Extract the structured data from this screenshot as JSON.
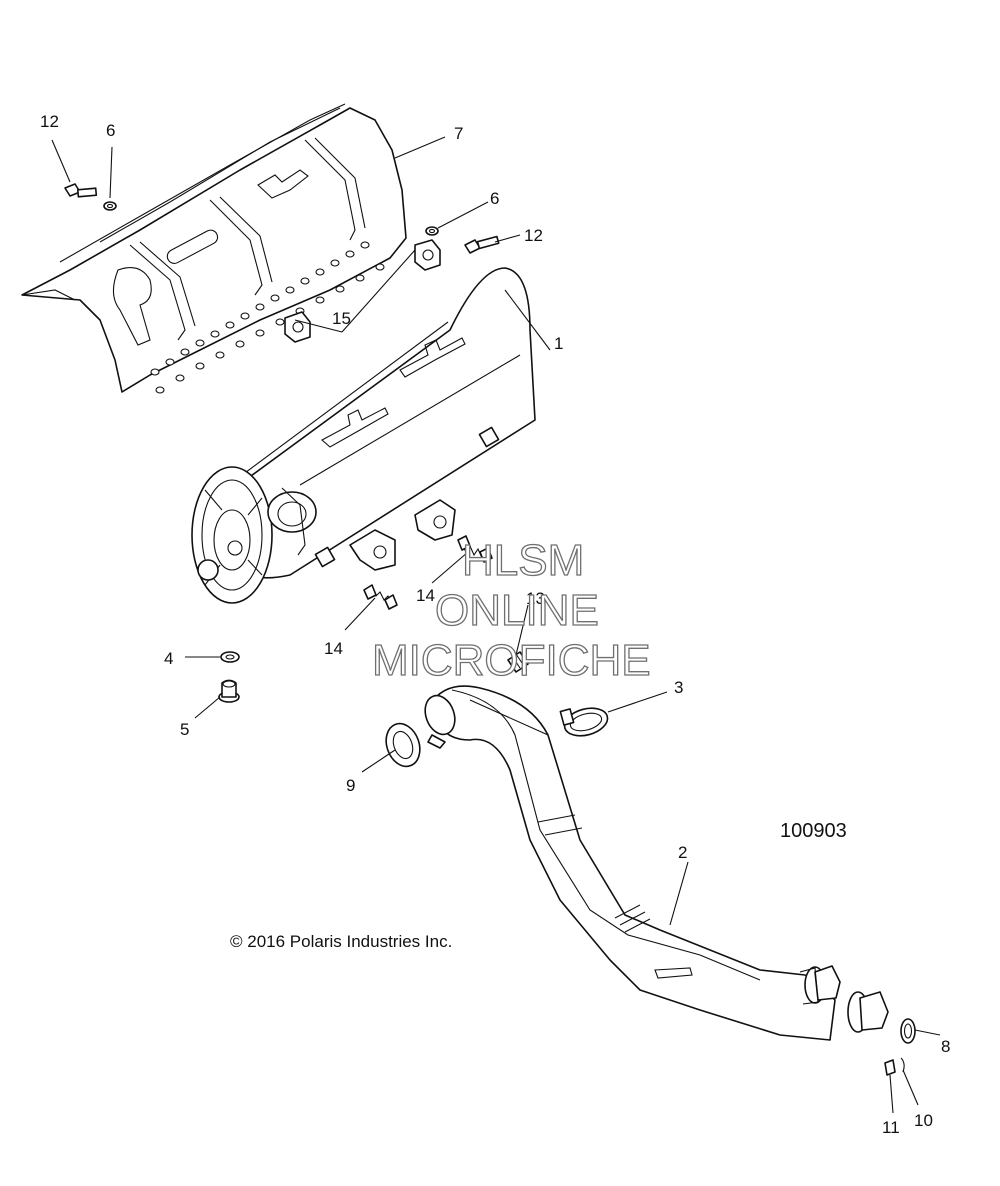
{
  "callouts": {
    "c1": "1",
    "c2": "2",
    "c3": "3",
    "c4": "4",
    "c5": "5",
    "c6a": "6",
    "c6b": "6",
    "c7": "7",
    "c8": "8",
    "c9": "9",
    "c10": "10",
    "c11": "11",
    "c12a": "12",
    "c12b": "12",
    "c13": "13",
    "c14a": "14",
    "c14b": "14",
    "c15": "15"
  },
  "reference_number": "100903",
  "copyright": "© 2016 Polaris Industries Inc.",
  "watermark": {
    "line1": "HLSM",
    "line2": "ONLINE",
    "line3": "MICROFICHE"
  }
}
